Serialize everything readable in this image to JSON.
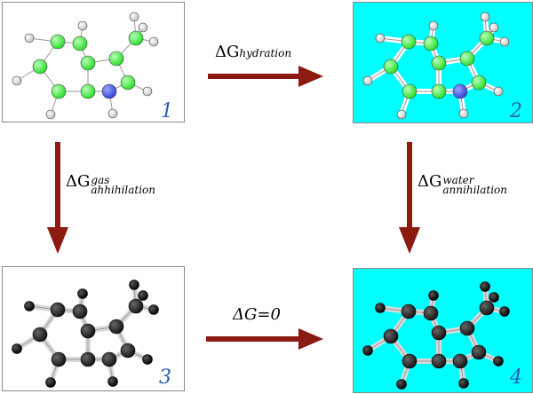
{
  "panels": [
    {
      "number": "1"
    },
    {
      "number": "2"
    },
    {
      "number": "3"
    },
    {
      "number": "4"
    }
  ],
  "arrows": {
    "hydration": {
      "delta": "ΔG",
      "subscript": "hydration"
    },
    "gas_annihilation": {
      "delta": "ΔG",
      "superscript": "gas",
      "subscript": "ahhihilation"
    },
    "water_annihilation": {
      "delta": "ΔG",
      "superscript": "water",
      "subscript": "annihilation"
    },
    "zero": {
      "text": "ΔG=0"
    }
  },
  "colors": {
    "arrow": "#8b1a10",
    "solvated_background": "#00ffff",
    "carbon_full": "#22dd22",
    "nitrogen_full": "#2a3cd6",
    "hydrogen": "#e8e8e8",
    "annihilated_atom": "#111111",
    "number_text": "#2a5db0"
  }
}
